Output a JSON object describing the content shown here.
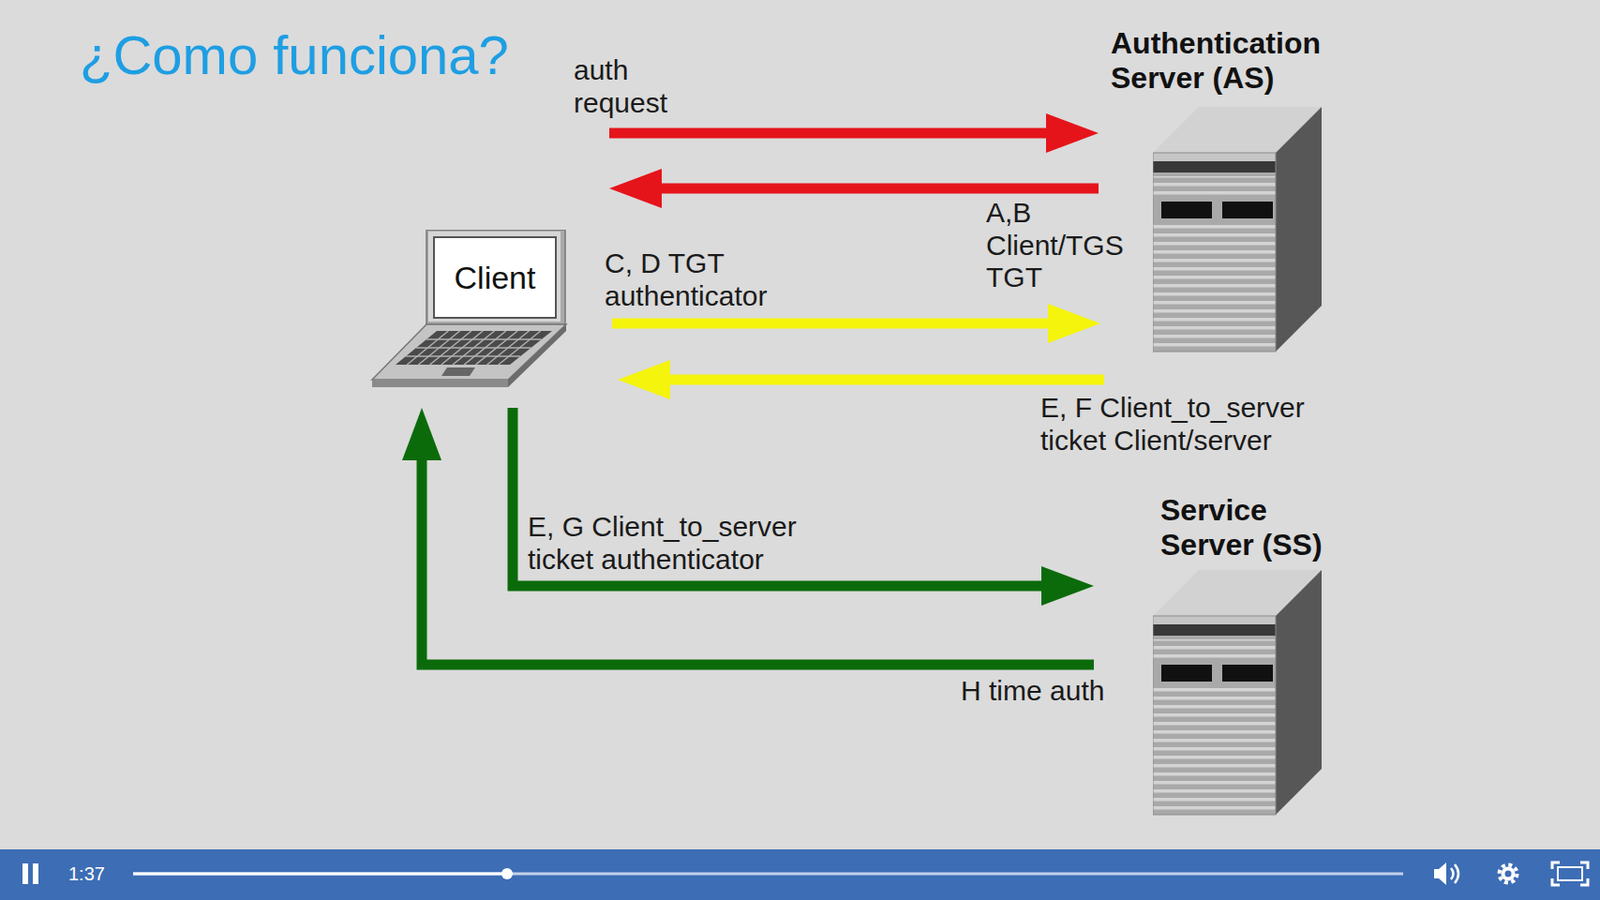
{
  "diagram": {
    "title": "¿Como funciona?",
    "nodes": [
      {
        "text": [
          "Client"
        ]
      },
      {
        "text": [
          "Authentication Server (AS)"
        ]
      },
      {
        "text": [
          "Service Server (SS)"
        ]
      }
    ],
    "edges": [
      {
        "from": 0,
        "to": 1,
        "arrow": "to",
        "label": "auth request"
      },
      {
        "from": 1,
        "to": 0,
        "arrow": "to",
        "label": "A,B Client/TGS TGT"
      },
      {
        "from": 0,
        "to": 1,
        "arrow": "to",
        "label": "C, D TGT authenticator"
      },
      {
        "from": 1,
        "to": 0,
        "arrow": "to",
        "label": "E, F Client_to_server ticket Client/server"
      },
      {
        "from": 0,
        "to": 2,
        "arrow": "to",
        "label": "E, G Client_to_server ticket authenticator"
      },
      {
        "from": 2,
        "to": 0,
        "arrow": "to",
        "label": "H time auth"
      }
    ],
    "labels": [
      "1:37"
    ]
  }
}
